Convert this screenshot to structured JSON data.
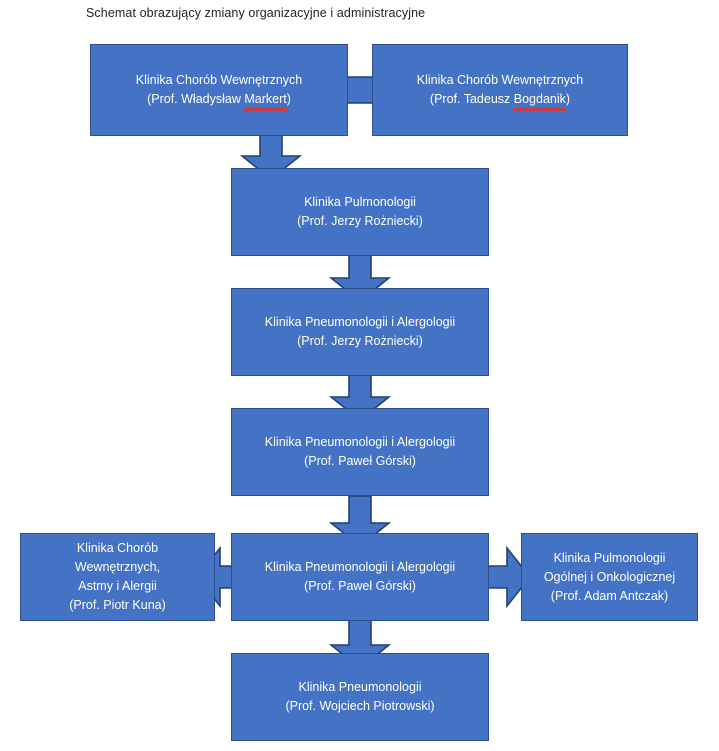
{
  "diagram": {
    "title": "Schemat obrazujący zmiany organizacyjne i administracyjne",
    "colors": {
      "box_fill": "#4472C4",
      "box_border": "#2E4E8C",
      "box_text": "#FFFFFF",
      "arrow_fill": "#4472C4",
      "arrow_border": "#24406F",
      "title_text": "#232323",
      "spellcheck_underline": "#E03030",
      "background": "#FFFFFF"
    },
    "nodes": [
      {
        "id": "markert",
        "lines": [
          "Klinika Chorób Wewnętrznych",
          "(Prof. Władysław Markert)"
        ],
        "line1": "Klinika Chorób Wewnętrznych",
        "line2_pre": "(Prof. Władysław ",
        "line2_misspelled": "Markert",
        "line2_post": ")",
        "misspelled": true
      },
      {
        "id": "bogdanik",
        "lines": [
          "Klinika Chorób Wewnętrznych",
          "(Prof. Tadeusz Bogdanik)"
        ],
        "line1": "Klinika Chorób Wewnętrznych",
        "line2_pre": "(Prof. Tadeusz ",
        "line2_misspelled": "Bogdanik",
        "line2_post": ")",
        "misspelled": true
      },
      {
        "id": "pulmonologii-rozniecki",
        "line1": "Klinika Pulmonologii",
        "line2": "(Prof. Jerzy Rożniecki)"
      },
      {
        "id": "pneumo-alergo-rozniecki",
        "line1": "Klinika Pneumonologii i Alergologii",
        "line2": "(Prof. Jerzy Rożniecki)"
      },
      {
        "id": "pneumo-alergo-gorski-1",
        "line1": "Klinika Pneumonologii i Alergologii",
        "line2": "(Prof. Paweł Górski)"
      },
      {
        "id": "kuna",
        "line1": "Klinika Chorób",
        "line2": "Wewnętrznych,",
        "line3": "Astmy i Alergii",
        "line4": "(Prof. Piotr Kuna)"
      },
      {
        "id": "pneumo-alergo-gorski-2",
        "line1": "Klinika Pneumonologii i Alergologii",
        "line2": "(Prof. Paweł Górski)"
      },
      {
        "id": "antczak",
        "line1": "Klinika Pulmonologii",
        "line2": "Ogólnej i Onkologicznej",
        "line3": "(Prof. Adam Antczak)"
      },
      {
        "id": "piotrowski",
        "line1": "Klinika Pneumonologii",
        "line2": "(Prof. Wojciech Piotrowski)"
      }
    ],
    "arrows": [
      {
        "id": "markert-to-bogdanik",
        "direction": "right"
      },
      {
        "id": "markert-to-pulmonologii",
        "direction": "down"
      },
      {
        "id": "pulmonologii-to-pneumo-rozniecki",
        "direction": "down"
      },
      {
        "id": "pneumo-rozniecki-to-gorski1",
        "direction": "down"
      },
      {
        "id": "gorski1-to-gorski2",
        "direction": "down"
      },
      {
        "id": "gorski2-to-kuna",
        "direction": "left"
      },
      {
        "id": "gorski2-to-antczak",
        "direction": "right"
      },
      {
        "id": "gorski2-to-piotrowski",
        "direction": "down"
      }
    ]
  }
}
